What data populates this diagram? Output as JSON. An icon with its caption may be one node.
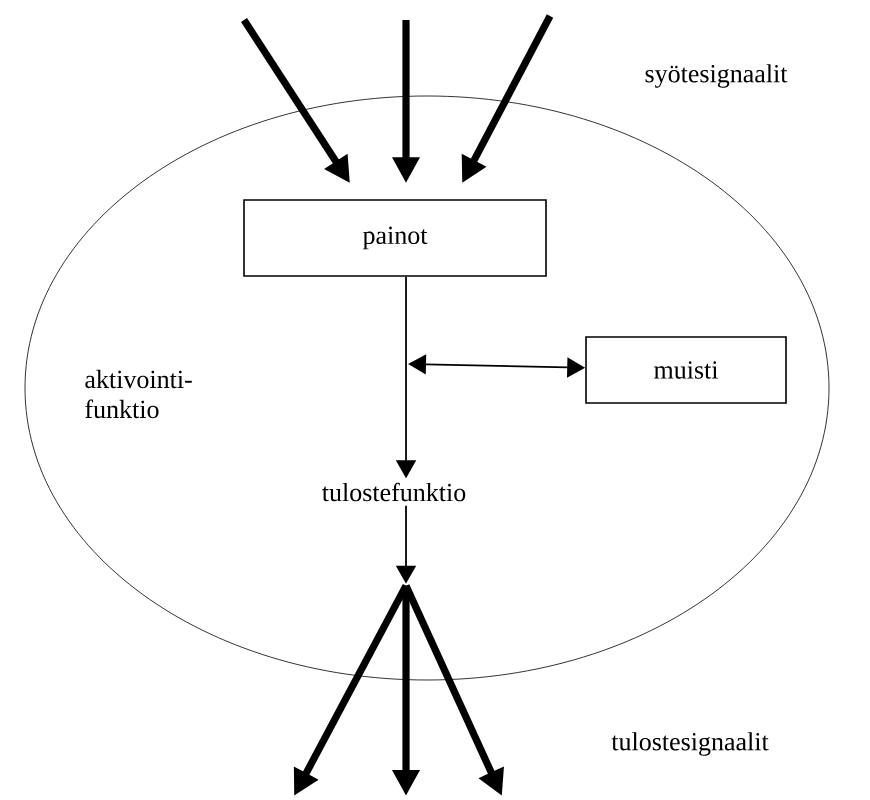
{
  "diagram": {
    "nodes": [
      {
        "text": [],
        "shape": "ellipse"
      },
      {
        "text": [
          "painot"
        ],
        "in": 0
      },
      {
        "text": [
          "muisti"
        ],
        "in": 0
      },
      {
        "text": [
          "tulostefunktio"
        ],
        "in": 0
      }
    ],
    "edges": [
      {
        "from": null,
        "to": 1,
        "arrow": "to"
      },
      {
        "from": null,
        "to": 1,
        "arrow": "to"
      },
      {
        "from": null,
        "to": 1,
        "arrow": "to"
      },
      {
        "from": 1,
        "to": 3,
        "arrow": "to"
      },
      {
        "from": null,
        "to": 2,
        "arrow": "both"
      },
      {
        "from": 3,
        "to": null,
        "arrow": "to"
      },
      {
        "from": 3,
        "to": null,
        "arrow": "to"
      },
      {
        "from": 3,
        "to": null,
        "arrow": "to"
      }
    ],
    "labels": [
      "syötesignaalit",
      "aktivointi-funktio",
      "tulostesignaalit"
    ]
  }
}
